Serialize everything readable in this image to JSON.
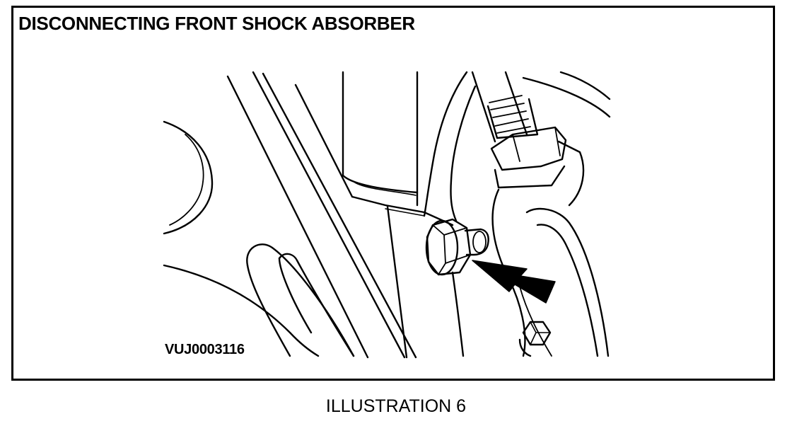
{
  "figure": {
    "title": "DISCONNECTING FRONT SHOCK ABSORBER",
    "reference_code": "VUJ0003116",
    "caption": "ILLUSTRATION 6"
  },
  "icons": [
    "shock-absorber-nut-drawing",
    "pointer-arrow-icon"
  ],
  "colors": {
    "ink": "#000000",
    "background": "#ffffff"
  }
}
